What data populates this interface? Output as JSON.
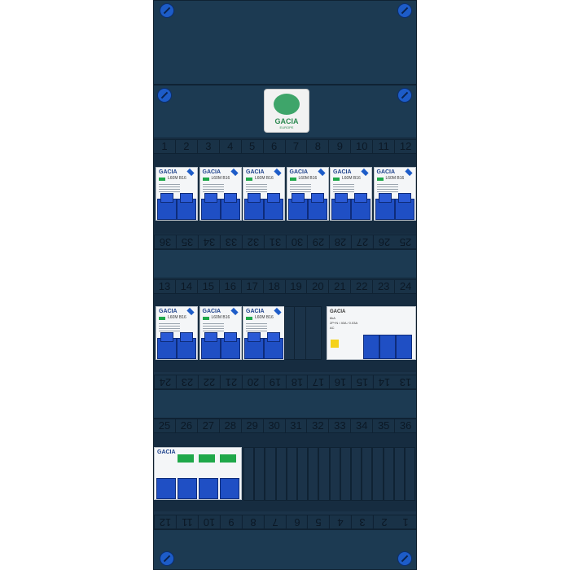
{
  "brand": {
    "logo_text": "GACIA",
    "logo_sub": "EUROPE"
  },
  "breaker": {
    "brand": "GACIA",
    "model": "L60M",
    "rating": "B16"
  },
  "rcd": {
    "brand": "GACIA",
    "spec_lines": [
      "6kA",
      "2P+N / 40A / 0.03A",
      "AC"
    ]
  },
  "small_breaker": {
    "brand": "GACIA"
  },
  "rows": {
    "row1_top": [
      "1",
      "2",
      "3",
      "4",
      "5",
      "6",
      "7",
      "8",
      "9",
      "10",
      "11",
      "12"
    ],
    "row1_bottom": [
      "36",
      "35",
      "34",
      "33",
      "32",
      "31",
      "30",
      "29",
      "28",
      "27",
      "26",
      "25"
    ],
    "row2_top": [
      "13",
      "14",
      "15",
      "16",
      "17",
      "18",
      "19",
      "20",
      "21",
      "22",
      "23",
      "24"
    ],
    "row2_bottom": [
      "24",
      "23",
      "22",
      "21",
      "20",
      "19",
      "18",
      "17",
      "16",
      "15",
      "14",
      "13"
    ],
    "row3_top": [
      "25",
      "26",
      "27",
      "28",
      "29",
      "30",
      "31",
      "32",
      "33",
      "34",
      "35",
      "36"
    ],
    "row3_bottom": [
      "12",
      "11",
      "10",
      "9",
      "8",
      "7",
      "6",
      "5",
      "4",
      "3",
      "2",
      "1"
    ]
  },
  "colors": {
    "panel": "#1b3349",
    "toggle": "#1f4fc4",
    "screw": "#1d5cc8",
    "indicator": "#1fa84a"
  }
}
